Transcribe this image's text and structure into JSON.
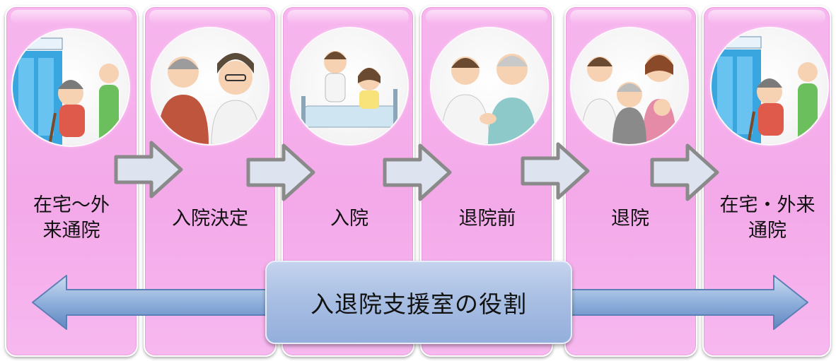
{
  "stages": [
    {
      "id": "home-outpatient",
      "lines": [
        "在宅～外",
        "来通院"
      ],
      "icon": "elderly-outpatient-icon"
    },
    {
      "id": "admission-decision",
      "lines": [
        "入院決定"
      ],
      "icon": "consultation-icon"
    },
    {
      "id": "admission",
      "lines": [
        "入院"
      ],
      "icon": "hospital-bed-icon"
    },
    {
      "id": "pre-discharge",
      "lines": [
        "退院前"
      ],
      "icon": "nurse-patient-icon"
    },
    {
      "id": "discharge",
      "lines": [
        "退院"
      ],
      "icon": "family-group-icon"
    },
    {
      "id": "home-outpatient-after",
      "lines": [
        "在宅・外来",
        "通院"
      ],
      "icon": "elderly-outpatient-icon"
    }
  ],
  "role": {
    "label": "入退院支援室の役割"
  },
  "colors": {
    "card": "#f4a9e9",
    "arrow_fill": "#dde4f0",
    "arrow_stroke": "#8a8a8a",
    "role_box": "#a9bfe3",
    "double_arrow": "#7fa0cf"
  }
}
